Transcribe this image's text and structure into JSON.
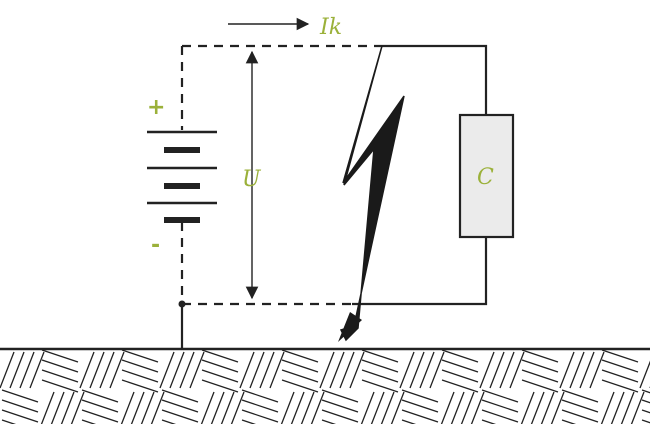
{
  "labels": {
    "current": "Ik",
    "voltage": "U",
    "capacitor": "C",
    "plus": "+",
    "minus": "-"
  },
  "colors": {
    "label": "#9bb13a",
    "line": "#222222",
    "capacitor_fill": "#ebebeb"
  },
  "icons": {
    "battery": "battery-icon",
    "bolt": "lightning-bolt-icon",
    "ground": "ground-hatch-icon"
  }
}
